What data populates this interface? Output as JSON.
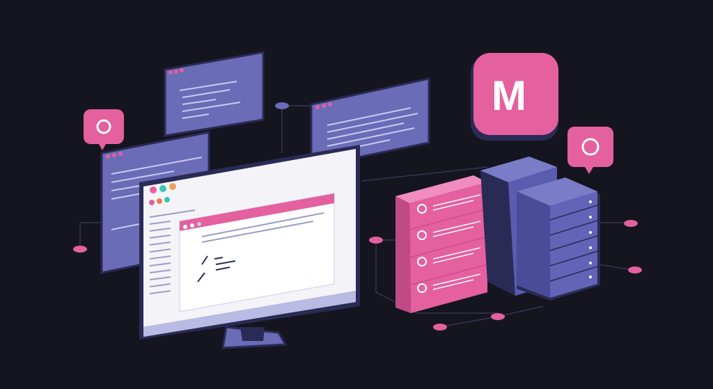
{
  "scene": {
    "description": "Isometric illustration of code editor windows, a desktop monitor, pink storage blocks, blue server racks and chat bubbles on a dark background",
    "colors": {
      "background": "#15151f",
      "pink": "#e4609f",
      "purple": "#6a6cb8",
      "navy": "#2a2b55",
      "white": "#f4f4f8"
    }
  },
  "badge": {
    "letter": "M"
  },
  "bubbles": [
    {
      "glyph": "O"
    },
    {
      "glyph": "O"
    }
  ]
}
